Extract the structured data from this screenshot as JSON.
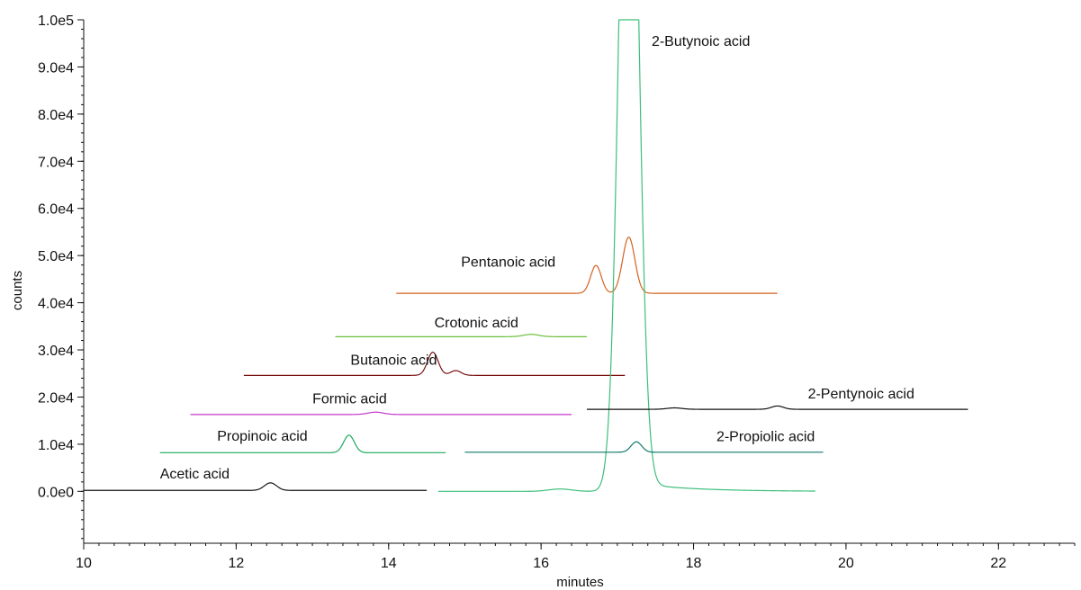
{
  "chart_data": {
    "type": "line",
    "xlabel": "minutes",
    "ylabel": "counts",
    "xlim": [
      10,
      23
    ],
    "ylim": [
      -11000,
      100000
    ],
    "x_ticks": [
      10,
      12,
      14,
      16,
      18,
      20,
      22
    ],
    "x_tick_labels": [
      "10",
      "12",
      "14",
      "16",
      "18",
      "20",
      "22"
    ],
    "y_ticks": [
      0,
      10000,
      20000,
      30000,
      40000,
      50000,
      60000,
      70000,
      80000,
      90000,
      100000
    ],
    "y_tick_labels": [
      "0.0e0",
      "1.0e4",
      "2.0e4",
      "3.0e4",
      "4.0e4",
      "5.0e4",
      "6.0e4",
      "7.0e4",
      "8.0e4",
      "9.0e4",
      "1.0e5"
    ],
    "grid": false,
    "legend": "none",
    "series": [
      {
        "name": "Acetic acid",
        "color": "#111111",
        "x_range": [
          10.0,
          14.5
        ],
        "baseline": 200,
        "peaks": [
          {
            "x": 12.45,
            "height": 1600,
            "width": 0.08
          }
        ],
        "label_x": 11.0,
        "label_y": 2700
      },
      {
        "name": "Propinoic acid",
        "color": "#1aa85c",
        "x_range": [
          11.0,
          14.75
        ],
        "baseline": 8200,
        "peaks": [
          {
            "x": 13.48,
            "height": 3700,
            "width": 0.07
          }
        ],
        "label_x": 11.75,
        "label_y": 10700
      },
      {
        "name": "Formic acid",
        "color": "#c238c9",
        "x_range": [
          11.4,
          16.4
        ],
        "baseline": 16300,
        "peaks": [
          {
            "x": 13.83,
            "height": 500,
            "width": 0.1
          }
        ],
        "label_x": 13.0,
        "label_y": 18700
      },
      {
        "name": "Butanoic acid",
        "color": "#7a1212",
        "x_range": [
          12.1,
          17.1
        ],
        "baseline": 24600,
        "peaks": [
          {
            "x": 14.58,
            "height": 4900,
            "width": 0.07
          },
          {
            "x": 14.88,
            "height": 1000,
            "width": 0.07
          }
        ],
        "label_x": 13.5,
        "label_y": 26900
      },
      {
        "name": "Crotonic acid",
        "color": "#6cbf3c",
        "x_range": [
          13.3,
          16.6
        ],
        "baseline": 32800,
        "peaks": [
          {
            "x": 15.87,
            "height": 500,
            "width": 0.1
          }
        ],
        "label_x": 14.6,
        "label_y": 34800
      },
      {
        "name": "Pentanoic acid",
        "color": "#d4621f",
        "x_range": [
          14.1,
          19.1
        ],
        "baseline": 42000,
        "peaks": [
          {
            "x": 16.72,
            "height": 5900,
            "width": 0.07
          },
          {
            "x": 17.15,
            "height": 11900,
            "width": 0.08
          }
        ],
        "label_x": 14.95,
        "label_y": 47600
      },
      {
        "name": "2-Butynoic acid",
        "color": "#3cbf7a",
        "x_range": [
          14.65,
          19.6
        ],
        "baseline": 0,
        "peaks": [
          {
            "x": 17.15,
            "height": 180000,
            "width": 0.12
          },
          {
            "x": 16.25,
            "height": 500,
            "width": 0.15
          }
        ],
        "tail": {
          "start": 17.15,
          "height": 2000,
          "decay": 0.7
        },
        "label_x": 17.45,
        "label_y": 94500
      },
      {
        "name": "2-Pentynoic acid",
        "color": "#111111",
        "x_range": [
          16.6,
          21.6
        ],
        "baseline": 17400,
        "peaks": [
          {
            "x": 17.75,
            "height": 300,
            "width": 0.1
          },
          {
            "x": 19.1,
            "height": 700,
            "width": 0.08
          }
        ],
        "label_x": 19.5,
        "label_y": 19700
      },
      {
        "name": "2-Propiolic acid",
        "color": "#0e7a6a",
        "x_range": [
          15.0,
          19.7
        ],
        "baseline": 8300,
        "peaks": [
          {
            "x": 17.25,
            "height": 2200,
            "width": 0.07
          }
        ],
        "label_x": 18.3,
        "label_y": 10600
      }
    ]
  }
}
